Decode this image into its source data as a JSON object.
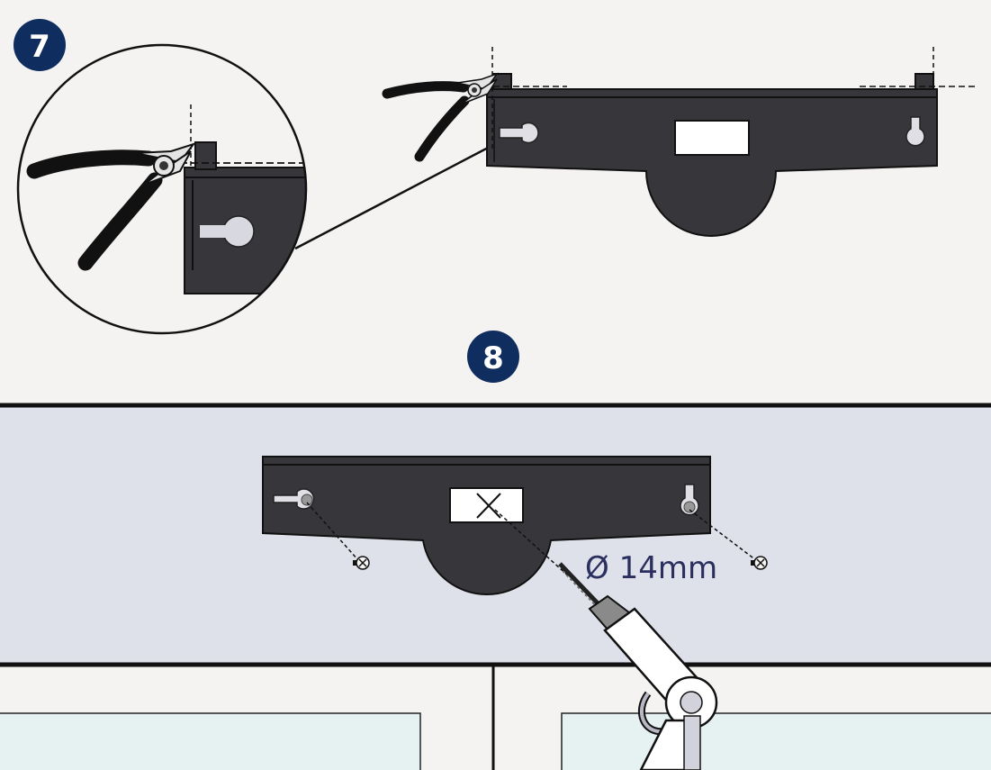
{
  "steps": [
    {
      "number": "7"
    },
    {
      "number": "8"
    }
  ],
  "drill": {
    "diameter_label": "Ø 14mm"
  },
  "colors": {
    "background": "#f4f3f1",
    "wall_band": "#dfe1ea",
    "bracket": "#36363b",
    "badge": "#0f2d5e",
    "window_glass": "#e5f2f1",
    "label": "#2b2f5e"
  },
  "icons": [
    "pliers-icon",
    "drill-icon",
    "screw-icon"
  ]
}
